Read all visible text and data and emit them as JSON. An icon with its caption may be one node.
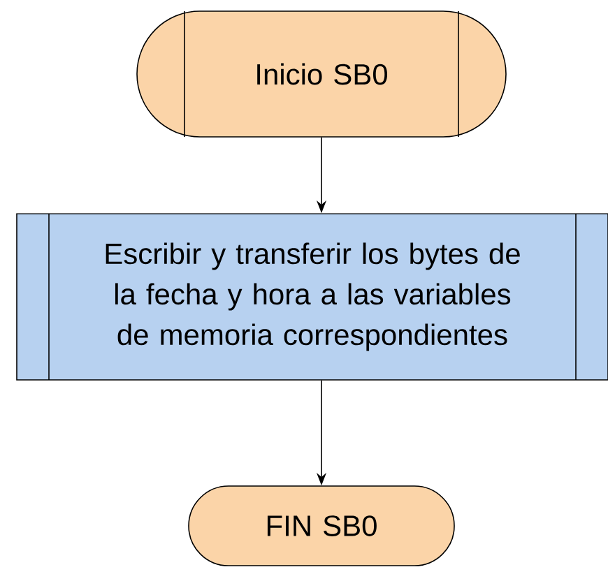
{
  "diagram": {
    "nodes": [
      {
        "text": [
          "Inicio SB0"
        ]
      },
      {
        "text": [
          "Escribir y transferir los bytes de la fecha y hora a las variables de memoria correspondientes"
        ]
      },
      {
        "text": [
          "FIN SB0"
        ]
      }
    ],
    "edges": [
      {
        "from": 0,
        "to": 1,
        "arrow": "to"
      },
      {
        "from": 1,
        "to": 2,
        "arrow": "to"
      }
    ]
  }
}
